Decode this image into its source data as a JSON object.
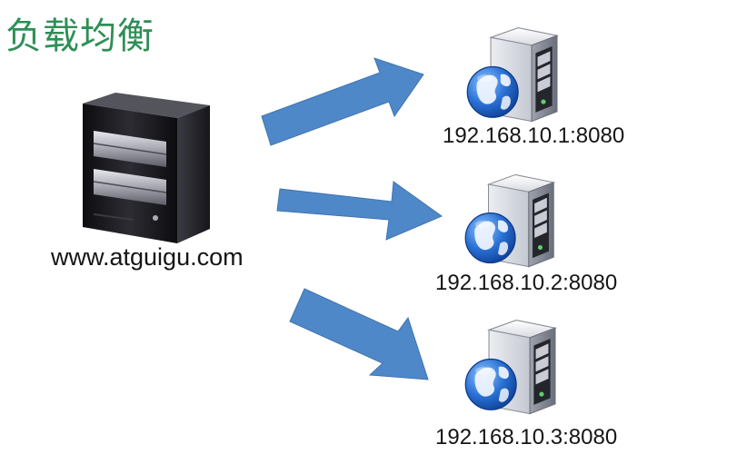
{
  "title": "负载均衡",
  "client": {
    "label": "www.atguigu.com",
    "icon": "tower-server-icon"
  },
  "servers": [
    {
      "label": "192.168.10.1:8080",
      "icon": "globe-server-icon"
    },
    {
      "label": "192.168.10.2:8080",
      "icon": "globe-server-icon"
    },
    {
      "label": "192.168.10.3:8080",
      "icon": "globe-server-icon"
    }
  ],
  "colors": {
    "title": "#2e8f55",
    "arrow": "#4f88c8",
    "globe": "#1f64c8"
  }
}
